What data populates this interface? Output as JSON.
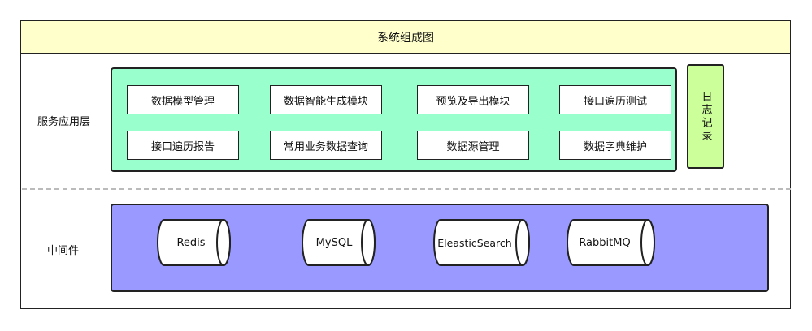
{
  "title": "系统组成图",
  "layers": {
    "service": {
      "label": "服务应用层"
    },
    "middleware": {
      "label": "中间件"
    }
  },
  "modules": [
    "数据模型管理",
    "数据智能生成模块",
    "预览及导出模块",
    "接口遍历测试",
    "接口遍历报告",
    "常用业务数据查询",
    "数据源管理",
    "数据字典维护"
  ],
  "log": {
    "label": "日志记录"
  },
  "middleware_items": [
    "Redis",
    "MySQL",
    "EleasticSearch",
    "RabbitMQ"
  ],
  "colors": {
    "title_bg": "#ffffcc",
    "service_bg": "#99ffcc",
    "log_bg": "#ccff99",
    "middleware_bg": "#9999ff",
    "divider": "#bbbbbb"
  }
}
